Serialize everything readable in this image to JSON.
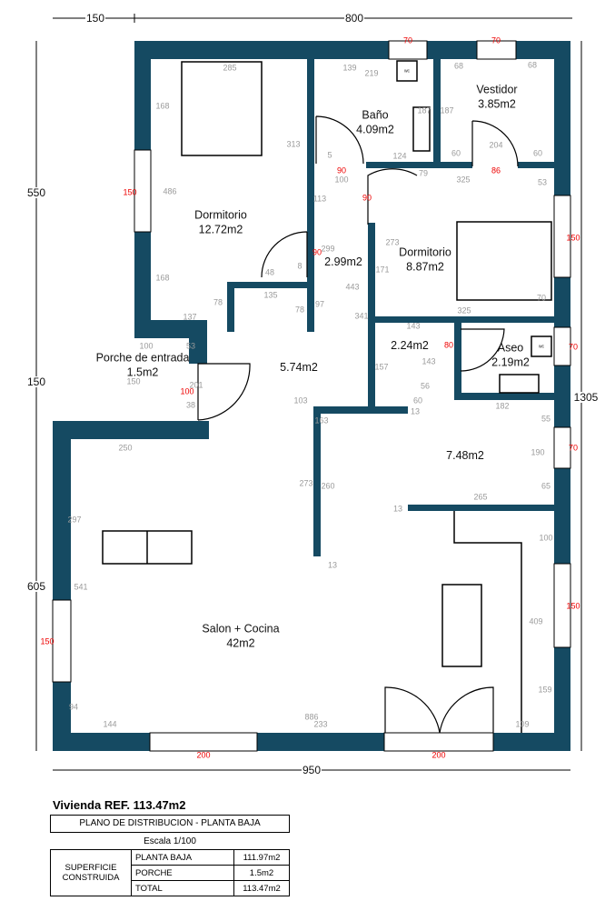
{
  "colors": {
    "wall": "#154a62",
    "dim_red": "#e00000",
    "dim_grey": "#9a9a9a"
  },
  "rooms": [
    {
      "name": "Dormitorio",
      "area": "12.72m2"
    },
    {
      "name": "Baño",
      "area": "4.09m2"
    },
    {
      "name": "Vestidor",
      "area": "3.85m2"
    },
    {
      "name": "Dormitorio",
      "area": "8.87m2"
    },
    {
      "name": "",
      "area": "2.99m2"
    },
    {
      "name": "",
      "area": "5.74m2"
    },
    {
      "name": "Porche de entrada",
      "area": "1.5m2"
    },
    {
      "name": "",
      "area": "2.24m2"
    },
    {
      "name": "Aseo",
      "area": "2.19m2"
    },
    {
      "name": "",
      "area": "7.48m2"
    },
    {
      "name": "Salon + Cocina",
      "area": "42m2"
    }
  ],
  "dims": {
    "overall": [
      "150",
      "800",
      "550",
      "150",
      "605",
      "1305",
      "950"
    ],
    "red": [
      "70",
      "70",
      "150",
      "90",
      "90",
      "90",
      "86",
      "150",
      "100",
      "80",
      "70",
      "70",
      "150",
      "150",
      "200",
      "200"
    ],
    "grey": [
      "285",
      "139",
      "219",
      "68",
      "68",
      "168",
      "313",
      "187",
      "187",
      "486",
      "5",
      "124",
      "60",
      "204",
      "60",
      "100",
      "79",
      "325",
      "53",
      "113",
      "273",
      "299",
      "171",
      "48",
      "8",
      "168",
      "135",
      "78",
      "78",
      "97",
      "443",
      "341",
      "325",
      "70",
      "137",
      "143",
      "157",
      "143",
      "56",
      "182",
      "100",
      "53",
      "150",
      "201",
      "38",
      "103",
      "60",
      "163",
      "13",
      "55",
      "190",
      "65",
      "265",
      "13",
      "273",
      "260",
      "13",
      "100",
      "250",
      "297",
      "541",
      "409",
      "159",
      "94",
      "886",
      "144",
      "233",
      "109"
    ]
  },
  "fixtures": {
    "wc": "wc"
  },
  "title_block": {
    "title": "Vivienda REF. 113.47m2",
    "subtitle": "PLANO DE DISTRIBUCION - PLANTA BAJA",
    "scale": "Escala 1/100",
    "group_label": "SUPERFICIE CONSTRUIDA",
    "rows": [
      {
        "label": "PLANTA BAJA",
        "value": "111.97m2"
      },
      {
        "label": "PORCHE",
        "value": "1.5m2"
      },
      {
        "label": "TOTAL",
        "value": "113.47m2"
      }
    ]
  }
}
